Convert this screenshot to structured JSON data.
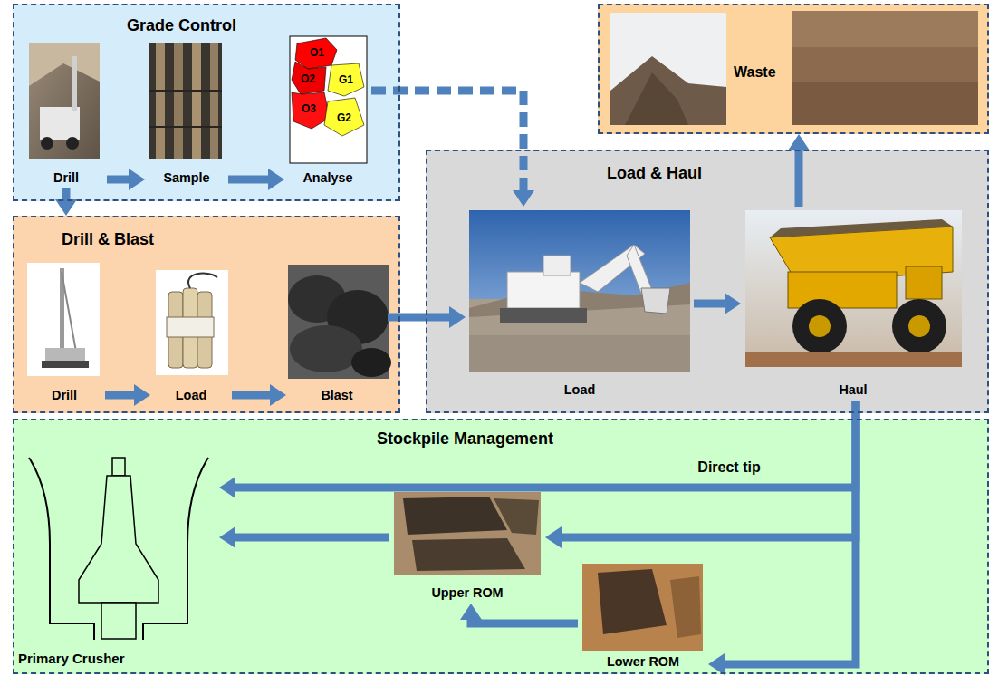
{
  "diagram": {
    "nodes": [
      {
        "text": [
          "Grade Control"
        ]
      },
      {
        "text": [
          "Drill"
        ],
        "in": 0
      },
      {
        "text": [
          "Sample"
        ],
        "in": 0
      },
      {
        "text": [
          "Analyse"
        ],
        "in": 0
      },
      {
        "text": [
          "Drill & Blast"
        ]
      },
      {
        "text": [
          "Drill"
        ],
        "in": 4
      },
      {
        "text": [
          "Load"
        ],
        "in": 4
      },
      {
        "text": [
          "Blast"
        ],
        "in": 4
      },
      {
        "text": [
          "Load & Haul"
        ]
      },
      {
        "text": [
          "Load"
        ],
        "in": 8
      },
      {
        "text": [
          "Haul"
        ],
        "in": 8
      },
      {
        "text": [
          "Waste"
        ]
      },
      {
        "text": [
          "Stockpile Management"
        ]
      },
      {
        "text": [
          "Primary Crusher"
        ],
        "in": 12
      },
      {
        "text": [
          "Upper ROM"
        ],
        "in": 12
      },
      {
        "text": [
          "Lower ROM"
        ],
        "in": 12
      }
    ],
    "edges": [
      {
        "from": 1,
        "to": 2,
        "arrow": "to"
      },
      {
        "from": 2,
        "to": 3,
        "arrow": "to"
      },
      {
        "from": 1,
        "to": 4,
        "arrow": "to"
      },
      {
        "from": 5,
        "to": 6,
        "arrow": "to"
      },
      {
        "from": 6,
        "to": 7,
        "arrow": "to"
      },
      {
        "from": 7,
        "to": 9,
        "arrow": "to"
      },
      {
        "from": 3,
        "to": 9,
        "arrow": "to"
      },
      {
        "from": 9,
        "to": 10,
        "arrow": "to"
      },
      {
        "from": 10,
        "to": 11,
        "arrow": "to"
      },
      {
        "from": 10,
        "to": 13,
        "label": "Direct tip",
        "arrow": "to"
      },
      {
        "from": 10,
        "to": 14,
        "arrow": "to"
      },
      {
        "from": 10,
        "to": 15,
        "arrow": "to"
      },
      {
        "from": 15,
        "to": 14,
        "arrow": "to"
      },
      {
        "from": 14,
        "to": 13,
        "arrow": "to"
      }
    ],
    "labels": [
      "O1",
      "O2",
      "G1",
      "O3",
      "G2"
    ]
  }
}
